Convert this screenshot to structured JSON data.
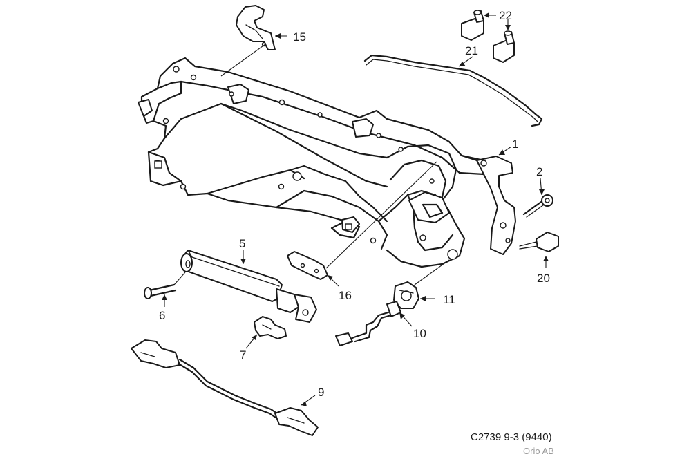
{
  "diagram": {
    "callouts": [
      {
        "id": "c15",
        "label": "15"
      },
      {
        "id": "c22",
        "label": "22"
      },
      {
        "id": "c21",
        "label": "21"
      },
      {
        "id": "c1",
        "label": "1"
      },
      {
        "id": "c2",
        "label": "2"
      },
      {
        "id": "c20",
        "label": "20"
      },
      {
        "id": "c5",
        "label": "5"
      },
      {
        "id": "c16",
        "label": "16"
      },
      {
        "id": "c11",
        "label": "11"
      },
      {
        "id": "c6",
        "label": "6"
      },
      {
        "id": "c7",
        "label": "7"
      },
      {
        "id": "c10",
        "label": "10"
      },
      {
        "id": "c9",
        "label": "9"
      }
    ],
    "reference_code": "C2739 9-3 (9440)",
    "company": "Orio AB"
  }
}
